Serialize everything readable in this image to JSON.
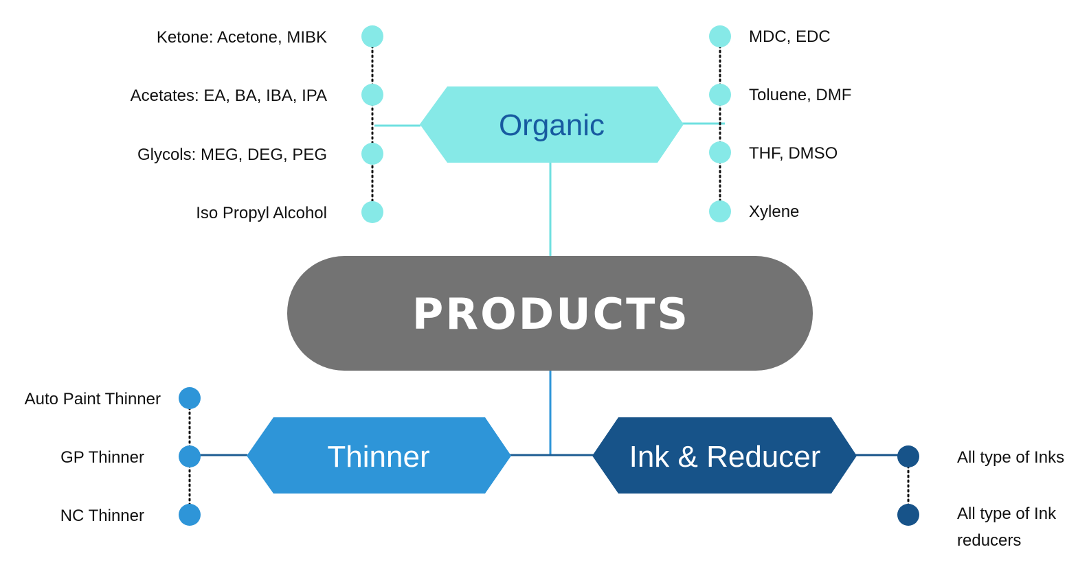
{
  "colors": {
    "organic_fill": "#86E9E7",
    "organic_text": "#175AA0",
    "organic_line": "#6FE0E0",
    "thinner_fill": "#2E95D8",
    "thinner_line": "#1D5C92",
    "ink_fill": "#175389",
    "center_fill": "#737373",
    "center_text": "#FFFFFF",
    "label_text": "#111111",
    "dotted": "#111111"
  },
  "center": {
    "label": "PRODUCTS"
  },
  "organic": {
    "label": "Organic",
    "left_items": [
      "Ketone: Acetone, MIBK",
      "Acetates: EA, BA, IBA, IPA",
      "Glycols: MEG, DEG, PEG",
      "Iso Propyl Alcohol"
    ],
    "right_items": [
      "MDC, EDC",
      "Toluene, DMF",
      "THF, DMSO",
      "Xylene"
    ]
  },
  "thinner": {
    "label": "Thinner",
    "items": [
      "Auto Paint Thinner",
      "GP Thinner",
      "NC Thinner"
    ]
  },
  "ink": {
    "label": "Ink & Reducer",
    "items": [
      "All type of Inks",
      "All type of Ink",
      "reducers"
    ]
  }
}
